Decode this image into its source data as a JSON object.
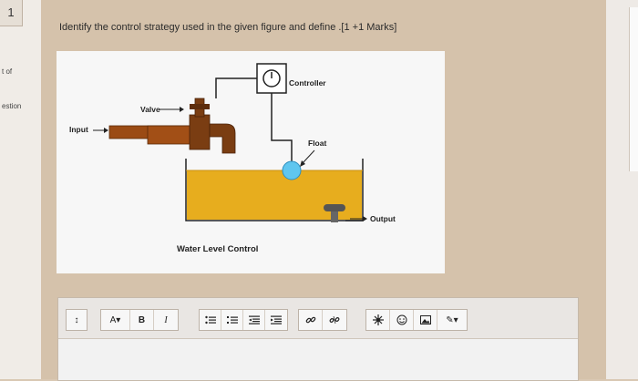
{
  "nav": {
    "question_number": "1",
    "text_of": "t of",
    "text_question": "estion"
  },
  "question": {
    "prompt": "Identify the control strategy used in the given figure and define .[1 +1 Marks]"
  },
  "figure": {
    "labels": {
      "controller": "Controller",
      "valve": "Valve",
      "input": "Input",
      "float": "Float",
      "output": "Output",
      "caption": "Water Level Control"
    },
    "colors": {
      "water": "#e7ad1e",
      "pipe": "#9b4b14",
      "valve": "#7a3d12",
      "float": "#5fc6ef",
      "line": "#222222"
    }
  },
  "toolbar": {
    "paragraph_glyph": "↕",
    "font_label": "A▾",
    "bold_label": "B",
    "italic_label": "I",
    "insert_glyph": "✎▾",
    "icons": [
      "bullet-list-icon",
      "numbered-list-icon",
      "indent-decrease-icon",
      "indent-increase-icon",
      "link-icon",
      "unlink-icon",
      "special-char-icon",
      "emoji-icon",
      "image-icon"
    ]
  },
  "editor": {
    "content": ""
  }
}
